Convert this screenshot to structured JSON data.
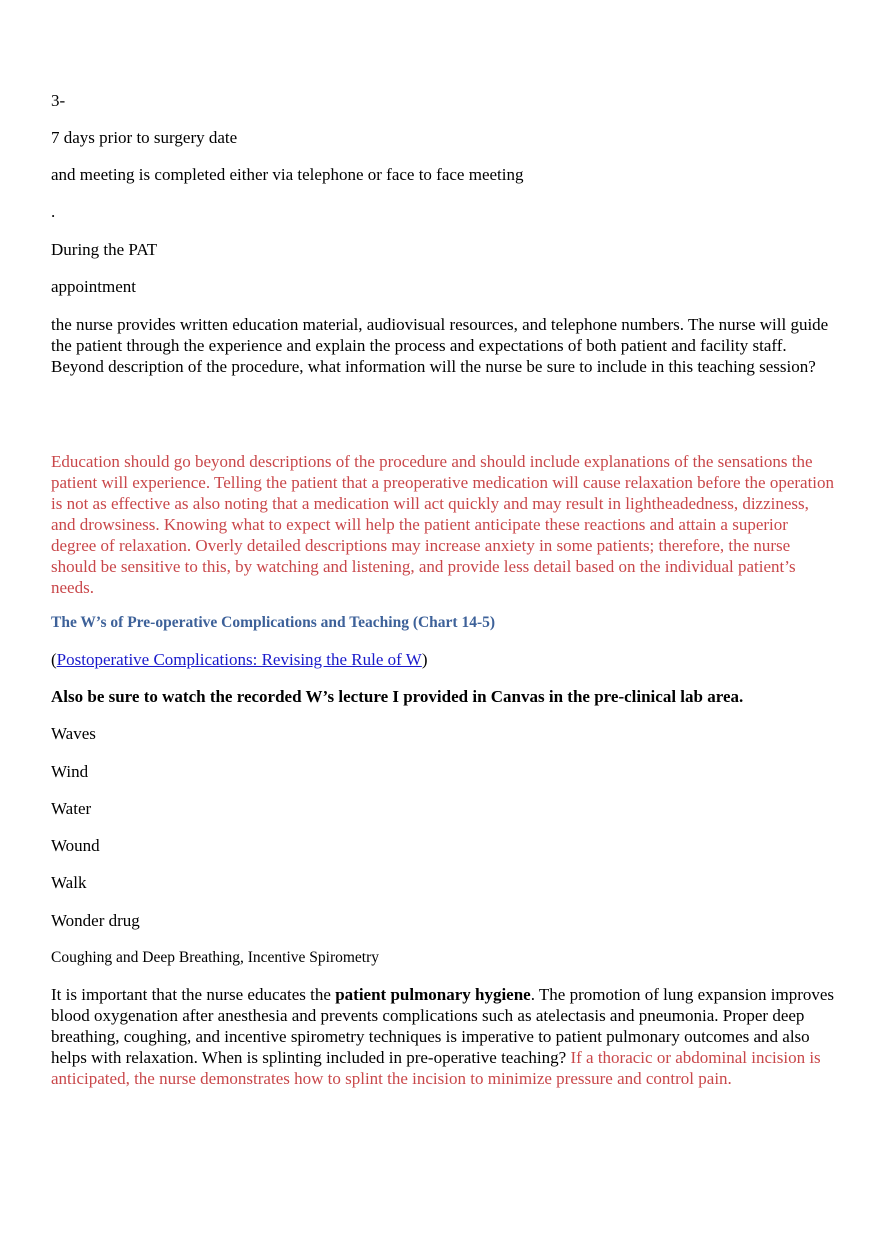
{
  "lines": {
    "l1": "3-",
    "l2": "7 days prior to surgery date",
    "l3": "and meeting is completed either via telephone or face to face meeting",
    "l4": ".",
    "l5": "During the PAT",
    "l6": "appointment"
  },
  "question1": "the nurse provides written education material, audiovisual resources, and telephone numbers. The nurse will guide the patient through the experience and explain the process and expectations of both patient and facility staff. Beyond description of the procedure, what information will the nurse be sure to include in this teaching session?",
  "answer1": "Education should go beyond descriptions of the procedure and should include explanations of the sensations the patient will experience. Telling the patient that a preoperative medication will cause relaxation before the operation is not as effective as also noting that a medication will act quickly and may result in lightheadedness, dizziness, and drowsiness. Knowing what to expect will help the patient anticipate these reactions and attain a superior degree of relaxation. Overly detailed descriptions may increase anxiety in some patients; therefore, the nurse should be sensitive to this, by watching and listening, and provide less detail based on the individual patient’s needs.",
  "heading": "The W’s of Pre-operative Complications and Teaching (Chart 14-5)",
  "link": {
    "open": "(",
    "text": "Postoperative Complications: Revising the Rule of W",
    "close": ")"
  },
  "bold_note": "Also be sure to watch the recorded W’s lecture I provided in Canvas in the pre-clinical lab area.",
  "ws": [
    "Waves",
    "Wind",
    "Water",
    "Wound",
    "Walk",
    "Wonder drug"
  ],
  "subheading": "Coughing and Deep Breathing, Incentive Spirometry",
  "para2": {
    "a": "It is important that the nurse educates the ",
    "bold": "patient pulmonary hygiene",
    "b": ". The promotion of lung expansion improves blood oxygenation after anesthesia and prevents complications such as atelectasis and pneumonia. Proper deep breathing, coughing, and incentive spirometry techniques is imperative to patient pulmonary outcomes and also helps with relaxation. When is splinting included in pre-operative teaching? ",
    "answer": "If a thoracic or abdominal incision is anticipated, the nurse demonstrates how to splint the incision to minimize pressure and control pain."
  },
  "colors": {
    "answer": "#c9474a",
    "heading": "#3d6199",
    "link": "#1a1acc"
  }
}
